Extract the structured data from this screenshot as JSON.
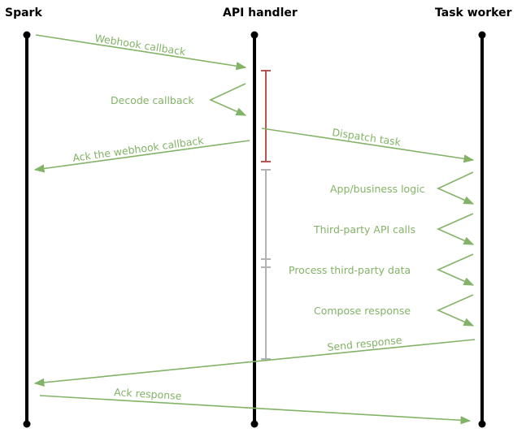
{
  "actors": {
    "spark": "Spark",
    "api_handler": "API handler",
    "task_worker": "Task worker"
  },
  "messages": {
    "webhook_callback": "Webhook callback",
    "decode_callback": "Decode callback",
    "ack_webhook_callback": "Ack the webhook callback",
    "dispatch_task": "Dispatch task",
    "app_business_logic": "App/business logic",
    "third_party_api_calls": "Third-party API calls",
    "process_third_party_data": "Process third-party data",
    "compose_response": "Compose response",
    "send_response": "Send response",
    "ack_response": "Ack response"
  },
  "colors": {
    "message": "#82b366",
    "lifeline": "#000000",
    "active_span": "#b85450",
    "idle_span": "#b3b3b3"
  }
}
